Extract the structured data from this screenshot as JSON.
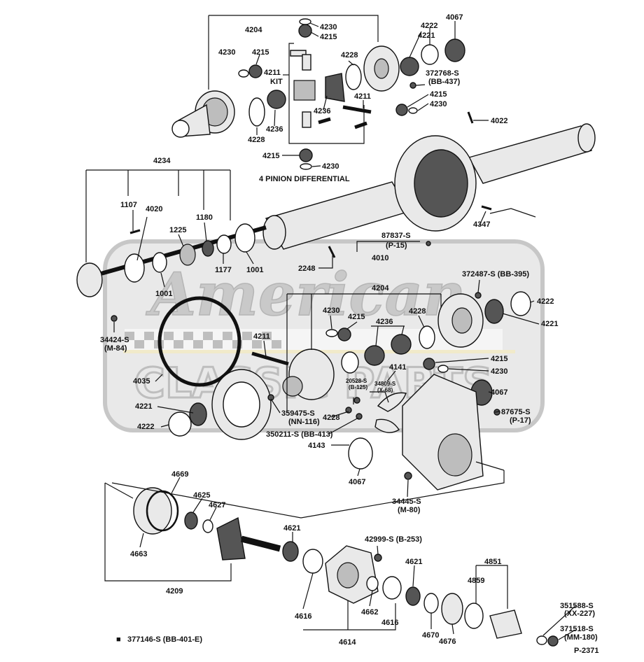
{
  "diagram": {
    "section_title": "4 PINION DIFFERENTIAL",
    "kit_label": "KIT",
    "figure_id": "P-2371",
    "footnote_marker": "■",
    "footnote": "377146-S (BB-401-E)",
    "watermark": {
      "line1": "American",
      "line2": "CLASSIC PARTS"
    },
    "parts": {
      "p4204a": "4204",
      "p4230a": "4230",
      "p4215a": "4215",
      "p4230b": "4230",
      "p4215b": "4215",
      "p4211a": "4211",
      "p4228a": "4228",
      "p4221a": "4221",
      "p4222a": "4222",
      "p4067a": "4067",
      "p372768": "372768-S",
      "p372768sub": "(BB-437)",
      "p4236a": "4236",
      "p4211b": "4211",
      "p4215c": "4215",
      "p4230c": "4230",
      "p4236b": "4236",
      "p4228b": "4228",
      "p4022": "4022",
      "p4215d": "4215",
      "p4230d": "4230",
      "p4234": "4234",
      "p1107": "1107",
      "p4020": "4020",
      "p1225": "1225",
      "p1180": "1180",
      "p87837": "87837-S",
      "p87837sub": "(P-15)",
      "p4347": "4347",
      "p4010": "4010",
      "p1177": "1177",
      "p1001a": "1001",
      "p1001b": "1001",
      "p2248": "2248",
      "p34424": "34424-S",
      "p34424sub": "(M-84)",
      "p372487": "372487-S (BB-395)",
      "p4204b": "4204",
      "p4222b": "4222",
      "p4221b": "4221",
      "p4230e": "4230",
      "p4215e": "4215",
      "p4228c": "4228",
      "p4236c": "4236",
      "p4211c": "4211",
      "p4215f": "4215",
      "p4230f": "4230",
      "p4035": "4035",
      "p20528": "20528-S",
      "p20528sub": "(B-125)",
      "p34809": "34809-S",
      "p34809sub": "(X-68)",
      "p4141": "4141",
      "p4067b": "4067",
      "p4221c": "4221",
      "p359475": "359475-S",
      "p359475sub": "(NN-116)",
      "p4228d": "4228",
      "p87675": "87675-S",
      "p87675sub": "(P-17)",
      "p4222c": "4222",
      "p350211": "350211-S (BB-413)",
      "p4143": "4143",
      "p4067c": "4067",
      "p34445": "34445-S",
      "p34445sub": "(M-80)",
      "p4669": "4669",
      "p4625": "4625",
      "p4627": "4627",
      "p4663": "4663",
      "p4621a": "4621",
      "p42999": "42999-S (B-253)",
      "p4621b": "4621",
      "p4851": "4851",
      "p4859": "4859",
      "p4209": "4209",
      "p4616a": "4616",
      "p4662": "4662",
      "p4616b": "4616",
      "p4670": "4670",
      "p4676": "4676",
      "p4614": "4614",
      "p351588": "351588-S",
      "p351588sub": "(XX-227)",
      "p371518": "371518-S",
      "p371518sub": "(MM-180)"
    }
  }
}
